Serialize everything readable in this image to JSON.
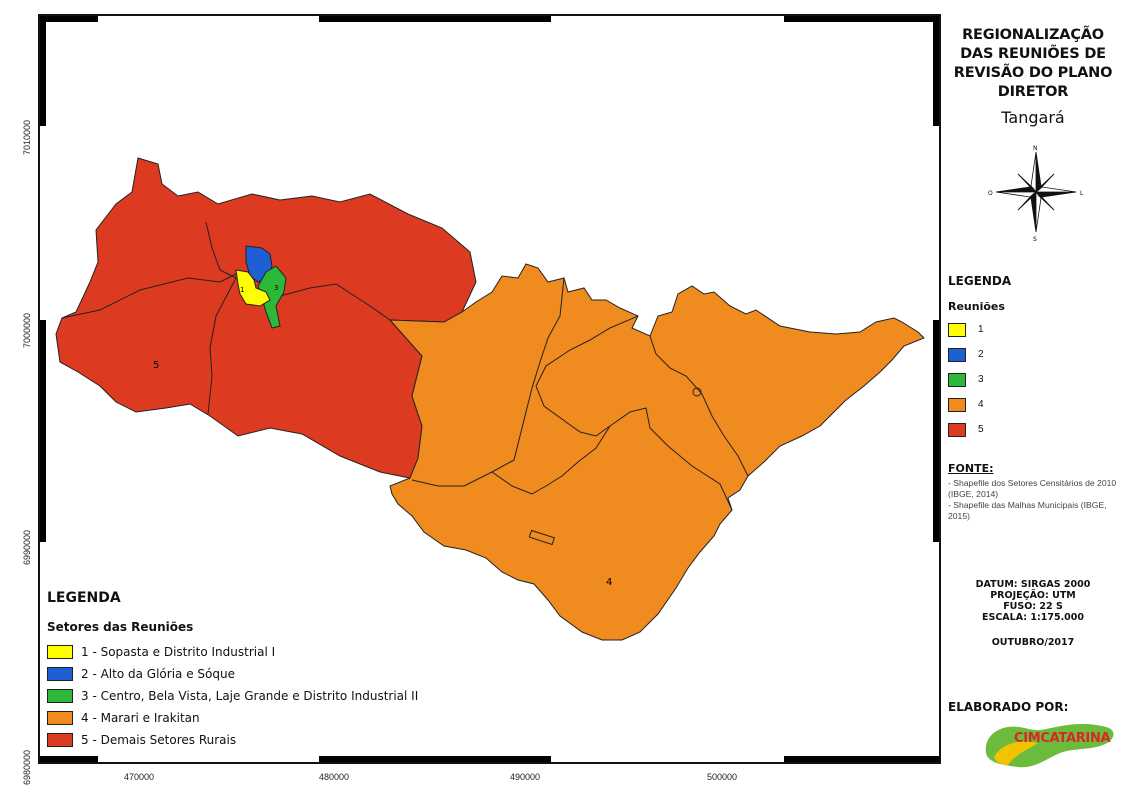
{
  "map": {
    "x_ticks": [
      "470000",
      "480000",
      "490000",
      "500000"
    ],
    "y_ticks": [
      "7010000",
      "7000000",
      "6990000",
      "6980000"
    ],
    "region_labels": [
      "5",
      "4",
      "1",
      "3"
    ]
  },
  "panel": {
    "title": "REGIONALIZAÇÃO DAS REUNIÕES DE REVISÃO DO PLANO DIRETOR",
    "subtitle": "Tangará",
    "compass": {
      "n": "N",
      "s": "S",
      "e": "L",
      "w": "O"
    },
    "legend_heading": "LEGENDA",
    "legend_subheading": "Reuniões",
    "legend_items": [
      {
        "label": "1",
        "color": "#ffff00"
      },
      {
        "label": "2",
        "color": "#1f5fd6"
      },
      {
        "label": "3",
        "color": "#2eb83a"
      },
      {
        "label": "4",
        "color": "#f08b1f"
      },
      {
        "label": "5",
        "color": "#dc3a21"
      }
    ],
    "source_heading": "FONTE:",
    "sources": [
      "- Shapefile dos Setores Censitários de 2010 (IBGE, 2014)",
      "- Shapefile das Malhas Municipais (IBGE, 2015)"
    ],
    "datum": "DATUM: SIRGAS 2000",
    "projection": "PROJEÇÃO: UTM",
    "zone": "FUSO: 22 S",
    "scale": "ESCALA: 1:175.000",
    "date": "OUTUBRO/2017",
    "made_by": "ELABORADO POR:",
    "logo_text": "CIMCATARINA"
  },
  "bottom_legend": {
    "heading": "LEGENDA",
    "subheading": "Setores das Reuniões",
    "items": [
      {
        "label": "1 - Sopasta e Distrito Industrial I",
        "color": "#ffff00"
      },
      {
        "label": "2 - Alto da Glória e Sóque",
        "color": "#1f5fd6"
      },
      {
        "label": "3 - Centro, Bela Vista, Laje Grande e Distrito Industrial II",
        "color": "#2eb83a"
      },
      {
        "label": "4 - Marari e Irakitan",
        "color": "#f08b1f"
      },
      {
        "label": "5 - Demais Setores Rurais",
        "color": "#dc3a21"
      }
    ]
  }
}
